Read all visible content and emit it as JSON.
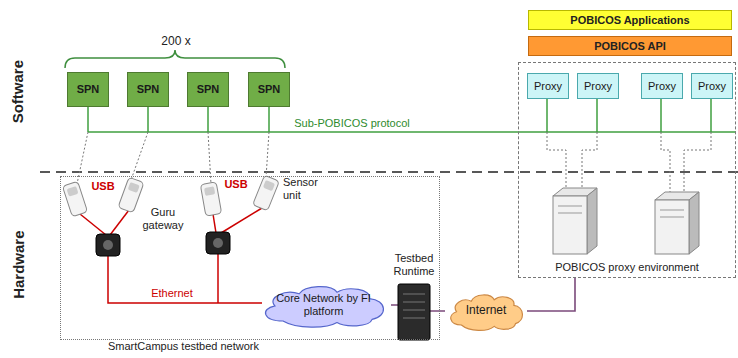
{
  "diagram": {
    "nodes": [
      {
        "text": [
          "SPN"
        ]
      },
      {
        "text": [
          "SPN"
        ]
      },
      {
        "text": [
          "SPN"
        ]
      },
      {
        "text": [
          "SPN"
        ]
      },
      {
        "text": [
          "POBICOS Applications"
        ]
      },
      {
        "text": [
          "POBICOS API"
        ]
      },
      {
        "text": [
          "POBICOS proxy environment"
        ]
      },
      {
        "text": [
          "Proxy"
        ],
        "in": 6
      },
      {
        "text": [
          "Proxy"
        ],
        "in": 6
      },
      {
        "text": [
          "Proxy"
        ],
        "in": 6
      },
      {
        "text": [
          "Proxy"
        ],
        "in": 6
      },
      {
        "text": [
          "SmartCampus testbed network"
        ]
      },
      {
        "text": [
          "Core Network by FI platform"
        ],
        "in": 11
      },
      {
        "text": [
          "Internet"
        ]
      }
    ],
    "edges": [
      {
        "from": 12,
        "to": 13,
        "arrow": "none"
      },
      {
        "from": 13,
        "to": 6,
        "arrow": "none"
      }
    ],
    "labels": [
      "Software",
      "Hardware",
      "200 x",
      "Sub-POBICOS protocol",
      "USB",
      "USB",
      "Sensor unit",
      "Guru gateway",
      "Ethernet",
      "Testbed Runtime"
    ]
  }
}
